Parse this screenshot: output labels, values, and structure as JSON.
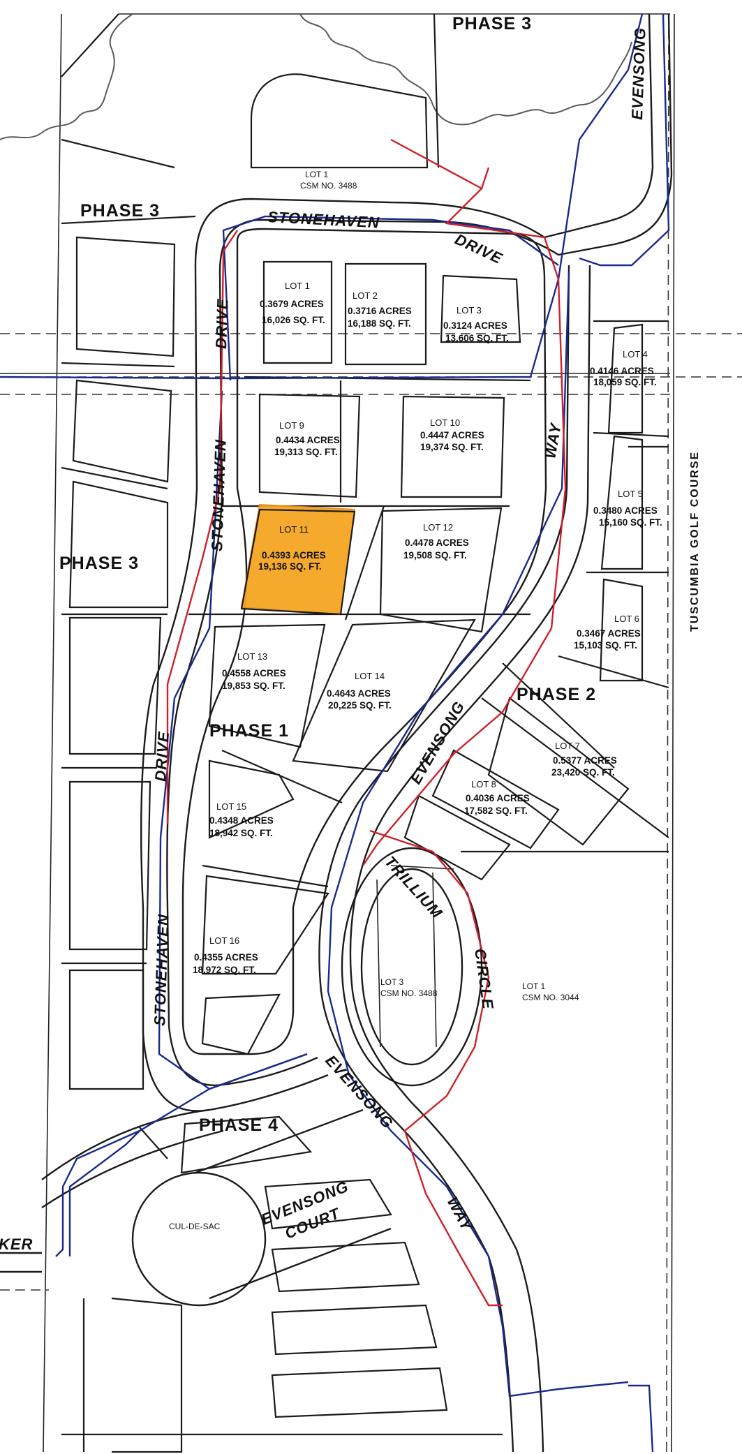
{
  "phases": {
    "top": "PHASE 3",
    "upper_left": "PHASE 3",
    "mid_left": "PHASE 3",
    "center": "PHASE 1",
    "right": "PHASE 2",
    "bottom": "PHASE 4"
  },
  "lots": [
    {
      "id": "lot1",
      "name": "LOT 1",
      "acres": "0.3679 ACRES",
      "sqft": "16,026 SQ. FT."
    },
    {
      "id": "lot2",
      "name": "LOT 2",
      "acres": "0.3716 ACRES",
      "sqft": "16,188 SQ. FT."
    },
    {
      "id": "lot3",
      "name": "LOT 3",
      "acres": "0.3124 ACRES",
      "sqft": "13,606 SQ. FT."
    },
    {
      "id": "lot4",
      "name": "LOT 4",
      "acres": "0.4146 ACRES",
      "sqft": "18,059 SQ. FT."
    },
    {
      "id": "lot5",
      "name": "LOT 5",
      "acres": "0.3480 ACRES",
      "sqft": "15,160 SQ. FT."
    },
    {
      "id": "lot6",
      "name": "LOT 6",
      "acres": "0.3467 ACRES",
      "sqft": "15,103 SQ. FT."
    },
    {
      "id": "lot7",
      "name": "LOT 7",
      "acres": "0.5377 ACRES",
      "sqft": "23,420 SQ. FT."
    },
    {
      "id": "lot8",
      "name": "LOT 8",
      "acres": "0.4036 ACRES",
      "sqft": "17,582 SQ. FT."
    },
    {
      "id": "lot9",
      "name": "LOT 9",
      "acres": "0.4434 ACRES",
      "sqft": "19,313 SQ. FT."
    },
    {
      "id": "lot10",
      "name": "LOT 10",
      "acres": "0.4447 ACRES",
      "sqft": "19,374 SQ. FT."
    },
    {
      "id": "lot11",
      "name": "LOT 11",
      "acres": "0.4393 ACRES",
      "sqft": "19,136 SQ. FT."
    },
    {
      "id": "lot12",
      "name": "LOT 12",
      "acres": "0.4478 ACRES",
      "sqft": "19,508 SQ. FT."
    },
    {
      "id": "lot13",
      "name": "LOT 13",
      "acres": "0.4558 ACRES",
      "sqft": "19,853 SQ. FT."
    },
    {
      "id": "lot14",
      "name": "LOT 14",
      "acres": "0.4643 ACRES",
      "sqft": "20,225 SQ. FT."
    },
    {
      "id": "lot15",
      "name": "LOT 15",
      "acres": "0.4348 ACRES",
      "sqft": "18,942 SQ. FT."
    },
    {
      "id": "lot16",
      "name": "LOT 16",
      "acres": "0.4355 ACRES",
      "sqft": "18,972 SQ. FT."
    }
  ],
  "csm": {
    "top_lot": "LOT 1",
    "top_csm": "CSM NO. 3488",
    "lot3": "LOT 3",
    "lot3_csm": "CSM NO. 3488",
    "lot1": "LOT 1",
    "lot1_csm": "CSM NO. 3044"
  },
  "streets": {
    "stonehaven_top": "STONEHAVEN",
    "drive_top": "DRIVE",
    "drive_left_upper": "DRIVE",
    "stonehaven_left_upper": "STONEHAVEN",
    "drive_left_lower": "DRIVE",
    "stonehaven_left_lower": "STONEHAVEN",
    "evensong_top_right": "EVENSONG",
    "way_upper": "WAY",
    "evensong_mid": "EVENSONG",
    "trillium": "TRILLIUM",
    "circle": "CIRCLE",
    "evensong_lower": "EVENSONG",
    "way_lower": "WAY",
    "evensong_court_1": "EVENSONG",
    "evensong_court_2": "COURT",
    "cul_de_sac": "CUL-DE-SAC",
    "partial_left": "KER"
  },
  "golf_course": "TUSCUMBIA GOLF COURSE",
  "highlighted_lot": "lot11",
  "colors": {
    "water_line": "#1a2a8c",
    "sewer_line": "#d0202a",
    "highlight": "#f5a623",
    "linework": "#1b1b1b"
  }
}
